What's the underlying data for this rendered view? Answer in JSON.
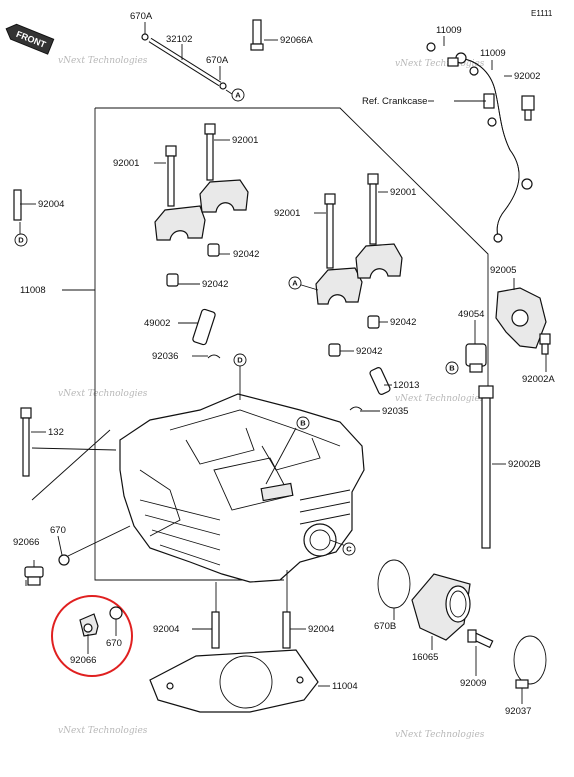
{
  "diagram_code": "E1111",
  "front_badge": "FRONT",
  "ref_crankcase": "Ref. Crankcase",
  "watermark": "vNext Technologies",
  "highlight_color": "#e02020",
  "refs": [
    "A",
    "B",
    "C",
    "D"
  ],
  "parts": {
    "p670A_top": "670A",
    "p32102": "32102",
    "p670A_mid": "670A",
    "p92066A": "92066A",
    "p11009_a": "11009",
    "p11009_b": "11009",
    "p92002": "92002",
    "p92001_a": "92001",
    "p92001_b": "92001",
    "p92001_c": "92001",
    "p92001_d": "92001",
    "p92004_top": "92004",
    "p11008": "11008",
    "p92042_a": "92042",
    "p92042_b": "92042",
    "p92042_c": "92042",
    "p92042_d": "92042",
    "p49002": "49002",
    "p92036": "92036",
    "p12013": "12013",
    "p92035": "92035",
    "p132": "132",
    "p92005": "92005",
    "p49054": "49054",
    "p92002A": "92002A",
    "p92002B": "92002B",
    "p670_left": "670",
    "p92066_left": "92066",
    "p92066_circ": "92066",
    "p670_circ": "670",
    "p92004_l": "92004",
    "p92004_r": "92004",
    "p670B": "670B",
    "p16065": "16065",
    "p92009": "92009",
    "p11004": "11004",
    "p92037": "92037"
  }
}
